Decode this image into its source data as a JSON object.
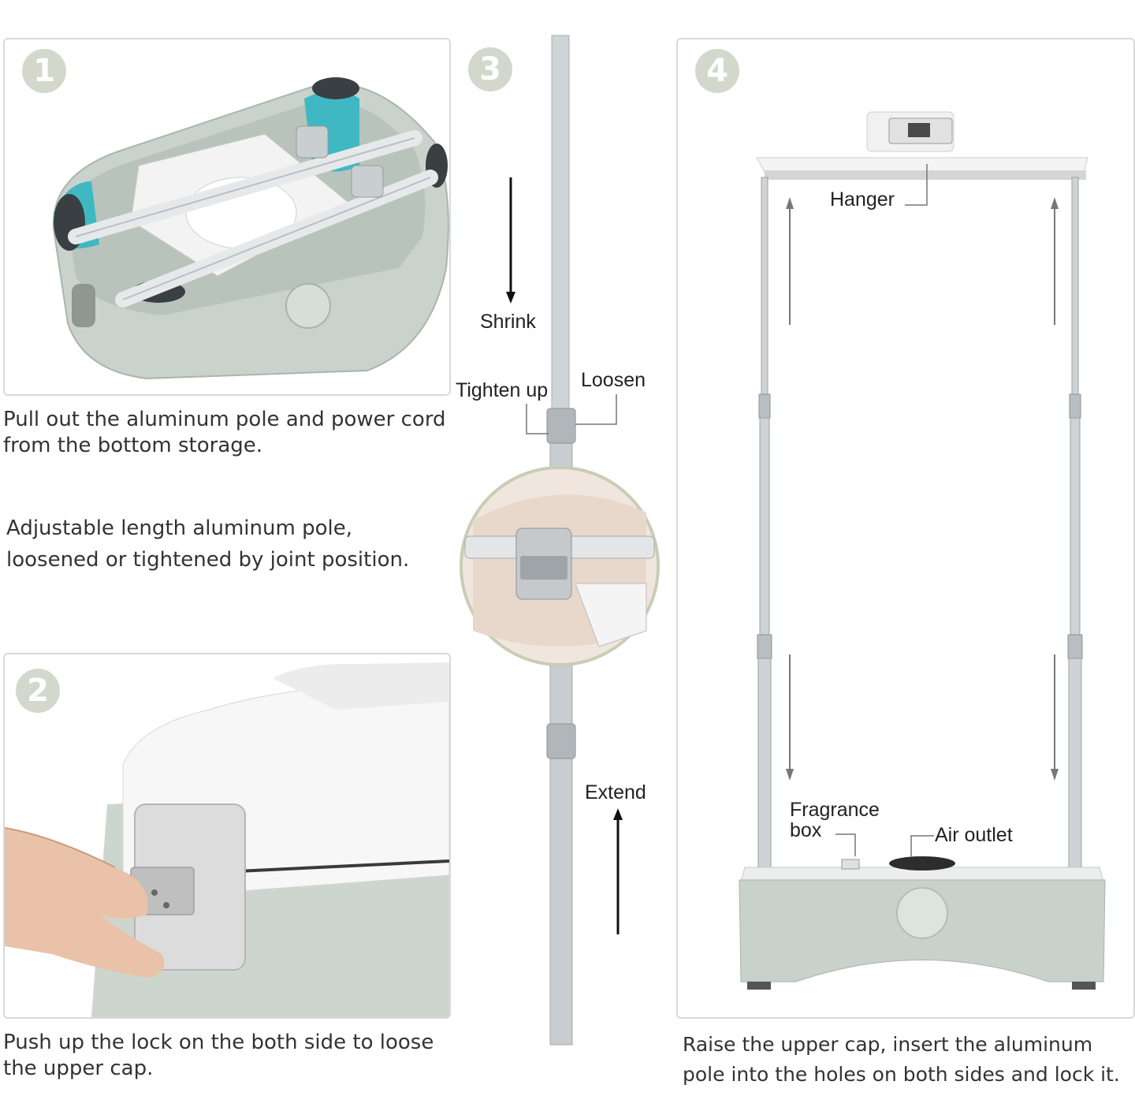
{
  "steps": {
    "s1": {
      "number": "1",
      "caption_line1": "Pull out the aluminum pole and power cord",
      "caption_line2": "from the bottom storage."
    },
    "s2": {
      "number": "2",
      "caption_line1": "Push up the lock on the both side to loose",
      "caption_line2": "the upper cap."
    },
    "s3": {
      "number": "3",
      "note_line1": "Adjustable length aluminum pole,",
      "note_line2": "loosened or tightened by joint position.",
      "shrink": "Shrink",
      "tighten": "Tighten up",
      "loosen": "Loosen",
      "extend": "Extend"
    },
    "s4": {
      "number": "4",
      "hanger": "Hanger",
      "fragrance_line1": "Fragrance",
      "fragrance_line2": "box",
      "air_outlet": "Air outlet",
      "caption_line1": "Raise the upper cap, insert the aluminum",
      "caption_line2": "pole into the holes on both sides and lock it."
    }
  },
  "colors": {
    "body_green": "#c9d3cb",
    "teal": "#3fb8c4",
    "badge": "#d4d8cc",
    "pole": "#c8cdd0",
    "border": "#d9d9d9"
  }
}
